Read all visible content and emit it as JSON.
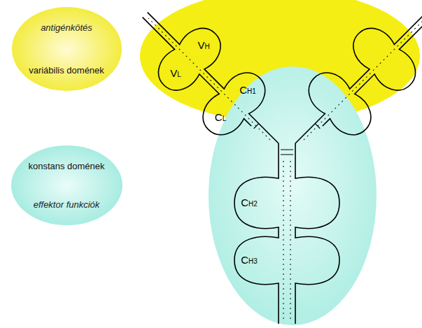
{
  "diagram": {
    "nodes": [
      {
        "text": [
          "antigénkötés",
          "variábilis domének"
        ]
      },
      {
        "text": [
          "VH"
        ]
      },
      {
        "text": [
          "VL"
        ]
      },
      {
        "text": [
          "CH1"
        ]
      },
      {
        "text": [
          "CL"
        ]
      },
      {
        "text": [
          "konstans domének",
          "effektor funkciók"
        ]
      },
      {
        "text": [
          "CH2"
        ]
      },
      {
        "text": [
          "CH3"
        ]
      }
    ]
  }
}
